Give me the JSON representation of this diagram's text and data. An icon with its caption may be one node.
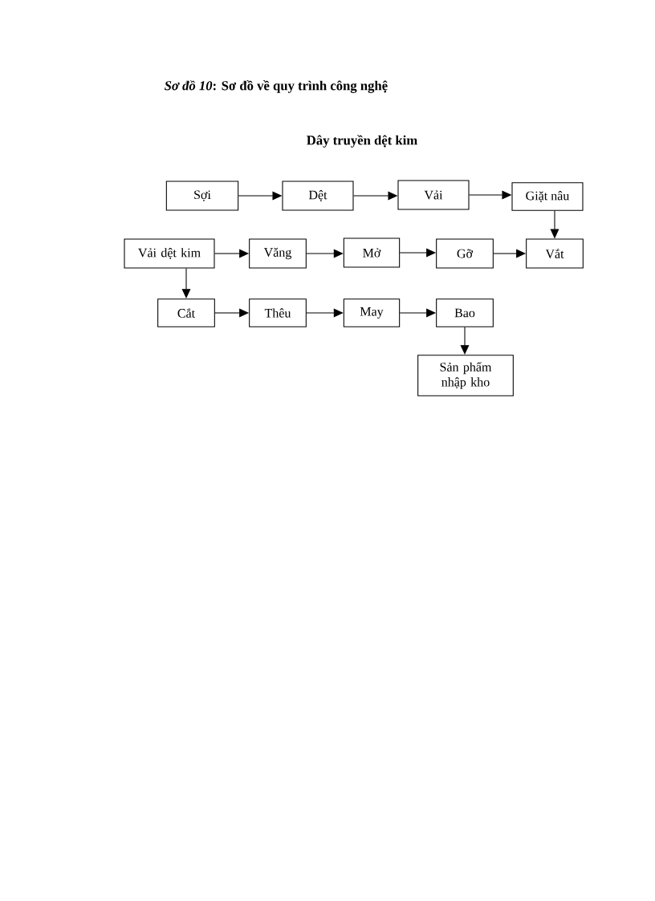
{
  "diagram": {
    "title": "*Sơ đồ 10*: **Sơ đồ về quy trình công nghệ**",
    "nodes": [
      {
        "text": [
          "Sợi"
        ]
      },
      {
        "text": [
          "Dệt"
        ]
      },
      {
        "text": [
          "Vải"
        ]
      },
      {
        "text": [
          "Giặt nâu"
        ]
      },
      {
        "text": [
          "Vải dệt kim"
        ]
      },
      {
        "text": [
          "Văng"
        ]
      },
      {
        "text": [
          "Mở"
        ]
      },
      {
        "text": [
          "Gỡ"
        ]
      },
      {
        "text": [
          "Vắt"
        ]
      },
      {
        "text": [
          "Cắt"
        ]
      },
      {
        "text": [
          "Thêu"
        ]
      },
      {
        "text": [
          "May"
        ]
      },
      {
        "text": [
          "Bao"
        ]
      },
      {
        "text": [
          "Sản phẩm nhập kho"
        ]
      }
    ],
    "edges": [
      {
        "from": 0,
        "to": 1,
        "arrow": "to"
      },
      {
        "from": 1,
        "to": 2,
        "arrow": "to"
      },
      {
        "from": 2,
        "to": 3,
        "arrow": "to"
      },
      {
        "from": 3,
        "to": 8,
        "arrow": "to"
      },
      {
        "from": 4,
        "to": 5,
        "arrow": "to"
      },
      {
        "from": 5,
        "to": 6,
        "arrow": "to"
      },
      {
        "from": 6,
        "to": 7,
        "arrow": "to"
      },
      {
        "from": 7,
        "to": 8,
        "arrow": "to"
      },
      {
        "from": 4,
        "to": 9,
        "arrow": "to"
      },
      {
        "from": 9,
        "to": 10,
        "arrow": "to"
      },
      {
        "from": 10,
        "to": 11,
        "arrow": "to"
      },
      {
        "from": 11,
        "to": 12,
        "arrow": "to"
      },
      {
        "from": 12,
        "to": 13,
        "arrow": "to"
      }
    ],
    "labels": [
      "Dây truyền dệt kim"
    ]
  }
}
